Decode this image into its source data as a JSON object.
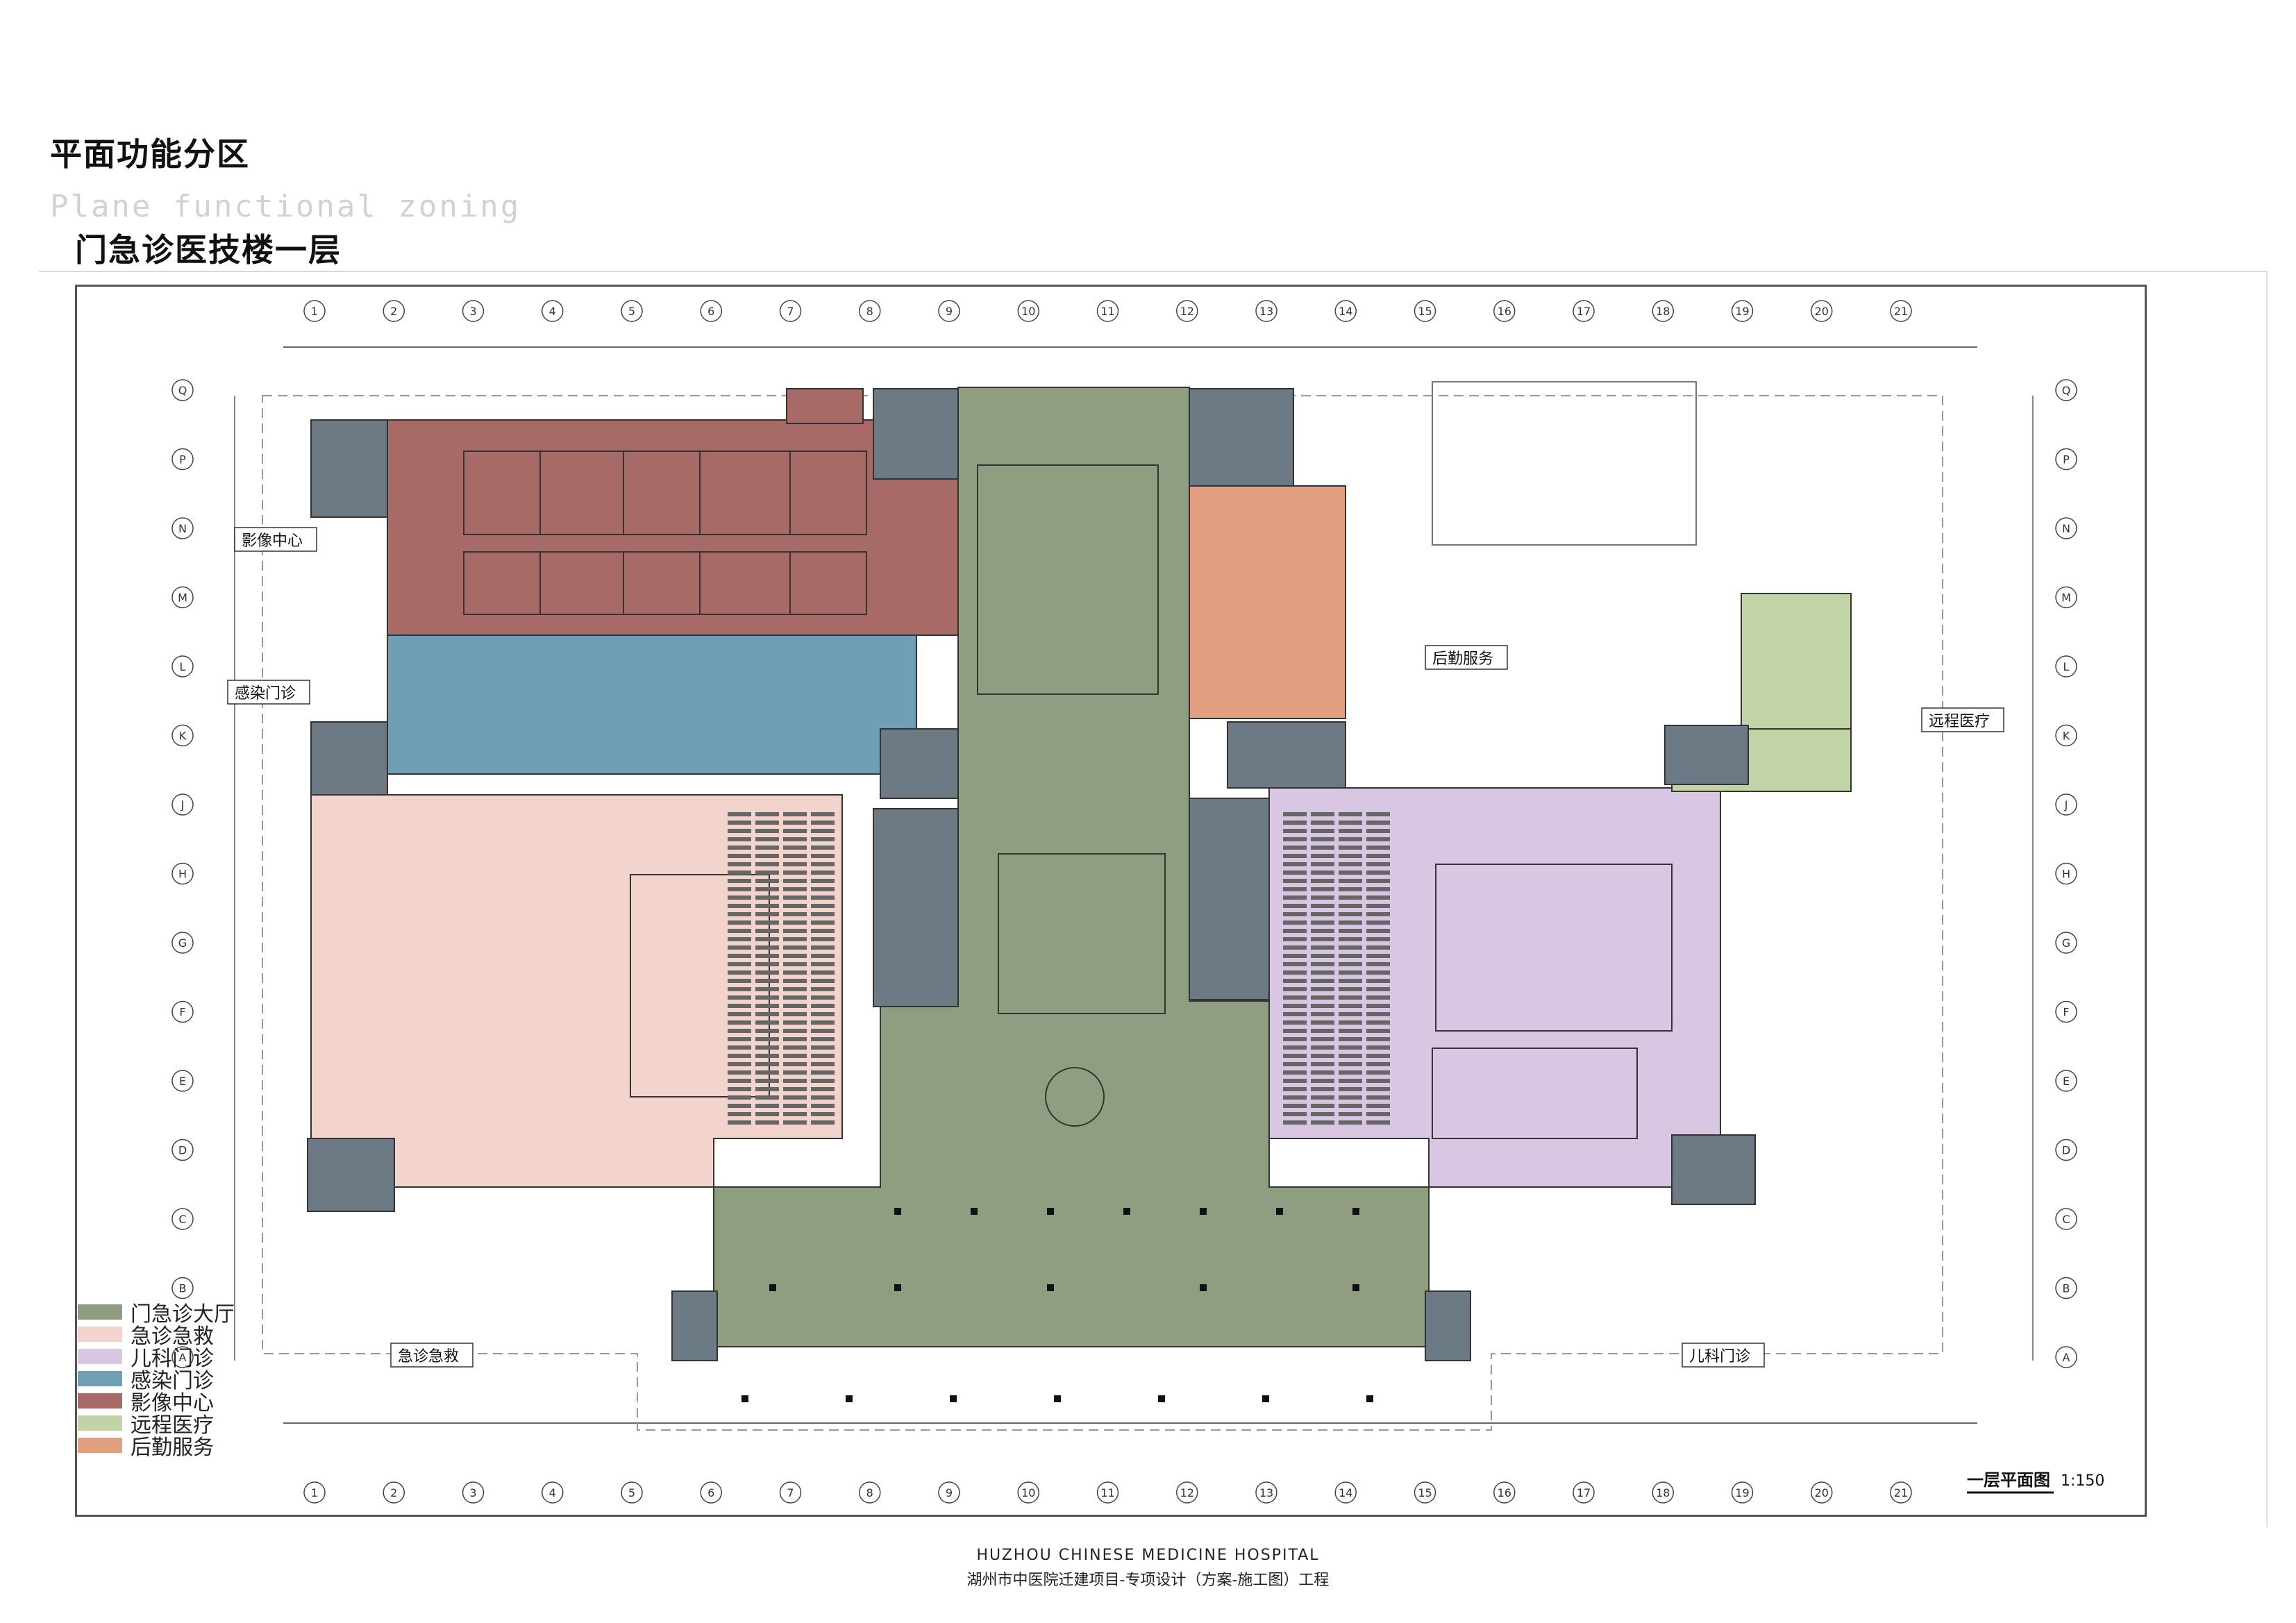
{
  "header": {
    "title_cn": "平面功能分区",
    "title_en": "Plane functional zoning",
    "subtitle": "门急诊医技楼一层"
  },
  "zones": {
    "hall": {
      "color": "#8f9e80"
    },
    "emergency": {
      "color": "#f2d4cc"
    },
    "pediatric": {
      "color": "#d8c6e2"
    },
    "infection": {
      "color": "#6f9fb4"
    },
    "imaging": {
      "color": "#a86a66"
    },
    "remote": {
      "color": "#c2d3a6"
    },
    "logistics": {
      "color": "#e2a080"
    },
    "stairs": {
      "color": "#6b7a85"
    }
  },
  "legend": [
    {
      "label": "门急诊大厅",
      "color": "#8f9e80"
    },
    {
      "label": "急诊急救",
      "color": "#f2d4cc"
    },
    {
      "label": "儿科门诊",
      "color": "#d8c6e2"
    },
    {
      "label": "感染门诊",
      "color": "#6f9fb4"
    },
    {
      "label": "影像中心",
      "color": "#a86a66"
    },
    {
      "label": "远程医疗",
      "color": "#c2d3a6"
    },
    {
      "label": "后勤服务",
      "color": "#e2a080"
    }
  ],
  "plan_labels": {
    "imaging": "影像中心",
    "infection": "感染门诊",
    "logistics": "后勤服务",
    "remote": "远程医疗",
    "emergency": "急诊急救",
    "pediatric": "儿科门诊",
    "scale_title": "一层平面图",
    "scale_ratio": "1:150"
  },
  "grid": {
    "columns": [
      "1",
      "2",
      "3",
      "4",
      "5",
      "6",
      "7",
      "8",
      "9",
      "10",
      "11",
      "12",
      "13",
      "14",
      "15",
      "16",
      "17",
      "18",
      "19",
      "20",
      "21"
    ],
    "rows": [
      "Q",
      "P",
      "N",
      "M",
      "L",
      "K",
      "J",
      "H",
      "G",
      "F",
      "E",
      "D",
      "C",
      "B",
      "A"
    ]
  },
  "footer": {
    "en": "HUZHOU CHINESE MEDICINE HOSPITAL",
    "cn": "湖州市中医院迁建项目-专项设计（方案-施工图）工程"
  }
}
